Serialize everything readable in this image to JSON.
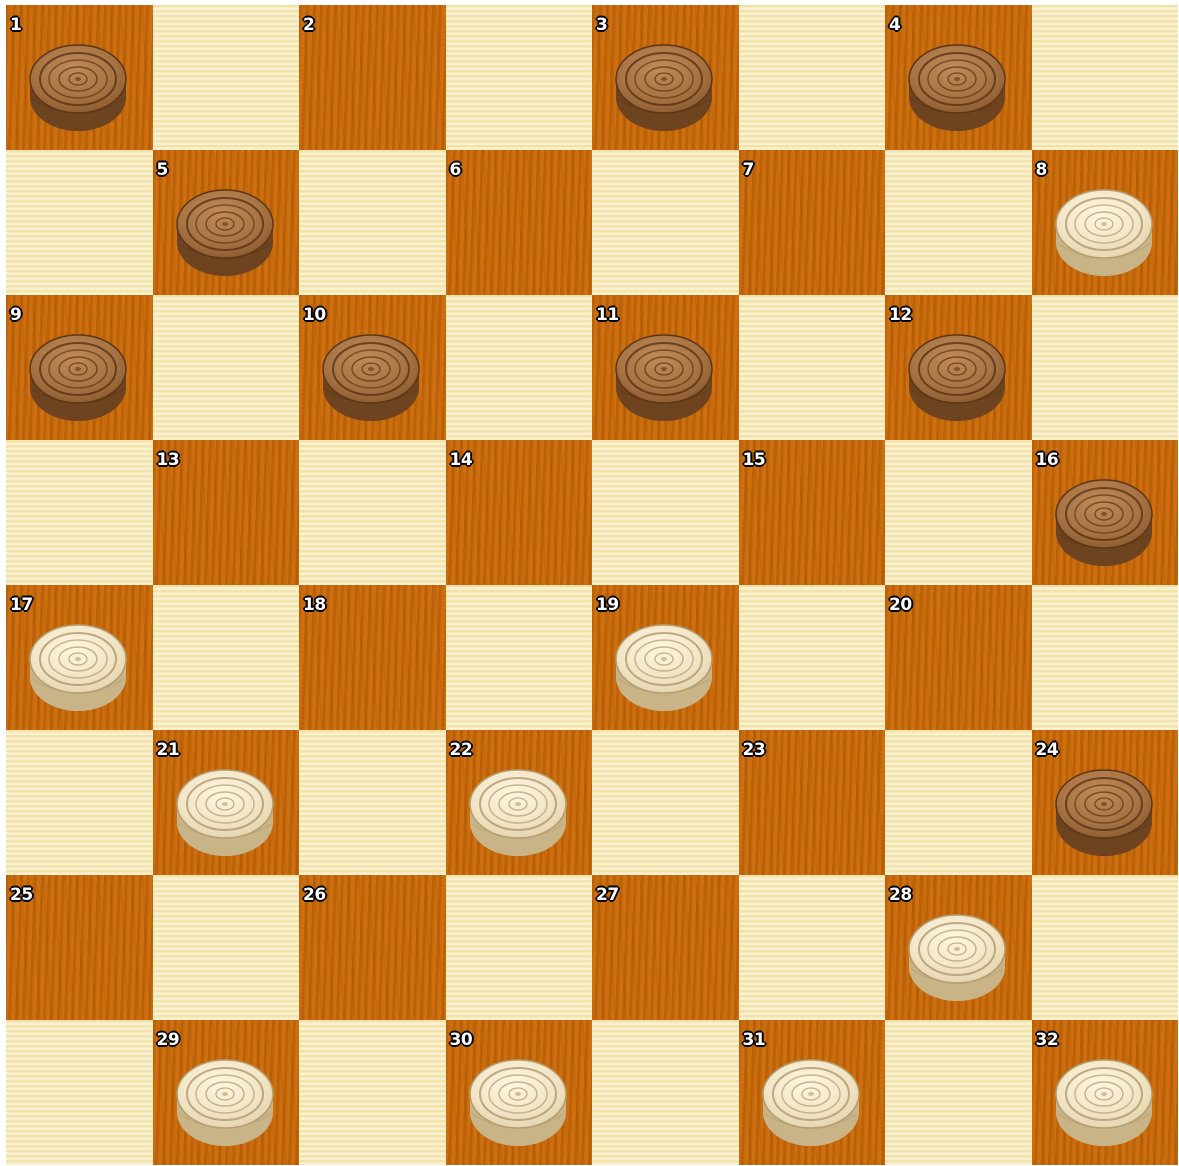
{
  "game": "checkers",
  "colors": {
    "light_square": "#f8eab8",
    "dark_square": "#c86a0a",
    "dark_piece": "#9a6a3c",
    "light_piece": "#eadcbc"
  },
  "squares": [
    {
      "num": "1",
      "piece": "dark"
    },
    {
      "num": "2",
      "piece": ""
    },
    {
      "num": "3",
      "piece": "dark"
    },
    {
      "num": "4",
      "piece": "dark"
    },
    {
      "num": "5",
      "piece": "dark"
    },
    {
      "num": "6",
      "piece": ""
    },
    {
      "num": "7",
      "piece": ""
    },
    {
      "num": "8",
      "piece": "light"
    },
    {
      "num": "9",
      "piece": "dark"
    },
    {
      "num": "10",
      "piece": "dark"
    },
    {
      "num": "11",
      "piece": "dark"
    },
    {
      "num": "12",
      "piece": "dark"
    },
    {
      "num": "13",
      "piece": ""
    },
    {
      "num": "14",
      "piece": ""
    },
    {
      "num": "15",
      "piece": ""
    },
    {
      "num": "16",
      "piece": "dark"
    },
    {
      "num": "17",
      "piece": "light"
    },
    {
      "num": "18",
      "piece": ""
    },
    {
      "num": "19",
      "piece": "light"
    },
    {
      "num": "20",
      "piece": ""
    },
    {
      "num": "21",
      "piece": "light"
    },
    {
      "num": "22",
      "piece": "light"
    },
    {
      "num": "23",
      "piece": ""
    },
    {
      "num": "24",
      "piece": "dark"
    },
    {
      "num": "25",
      "piece": ""
    },
    {
      "num": "26",
      "piece": ""
    },
    {
      "num": "27",
      "piece": ""
    },
    {
      "num": "28",
      "piece": "light"
    },
    {
      "num": "29",
      "piece": "light"
    },
    {
      "num": "30",
      "piece": "light"
    },
    {
      "num": "31",
      "piece": "light"
    },
    {
      "num": "32",
      "piece": "light"
    }
  ]
}
